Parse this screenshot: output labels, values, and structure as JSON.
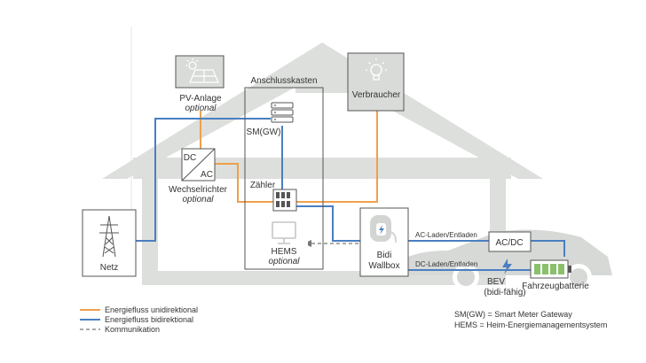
{
  "labels": {
    "anschlusskasten": "Anschlusskasten",
    "pv_anlage": "PV-Anlage",
    "pv_optional": "optional",
    "verbraucher": "Verbraucher",
    "smgw": "SM(GW)",
    "dc": "DC",
    "ac": "AC",
    "wechselrichter": "Wechselrichter",
    "wr_optional": "optional",
    "zaehler": "Zähler",
    "netz": "Netz",
    "hems": "HEMS",
    "hems_optional": "optional",
    "bidi": "Bidi",
    "wallbox": "Wallbox",
    "ac_laden": "AC-Laden/Entladen",
    "dc_laden": "DC-Laden/Entladen",
    "acdc": "AC/DC",
    "bev": "BEV",
    "bev_sub": "(bidi-fähig)",
    "fahrzeugbatterie": "Fahrzeugbatterie"
  },
  "legend": {
    "uni": "Energiefluss unidirektional",
    "bi": "Energiefluss bidirektional",
    "komm": "Kommunikation"
  },
  "notes": {
    "smgw_def": "SM(GW) = Smart Meter Gateway",
    "hems_def": "HEMS = Heim-Energiemanagementsystem"
  },
  "colors": {
    "house": "#d9dcd9",
    "orange": "#f0a04b",
    "blue": "#4a7fc1",
    "dark": "#555555"
  }
}
